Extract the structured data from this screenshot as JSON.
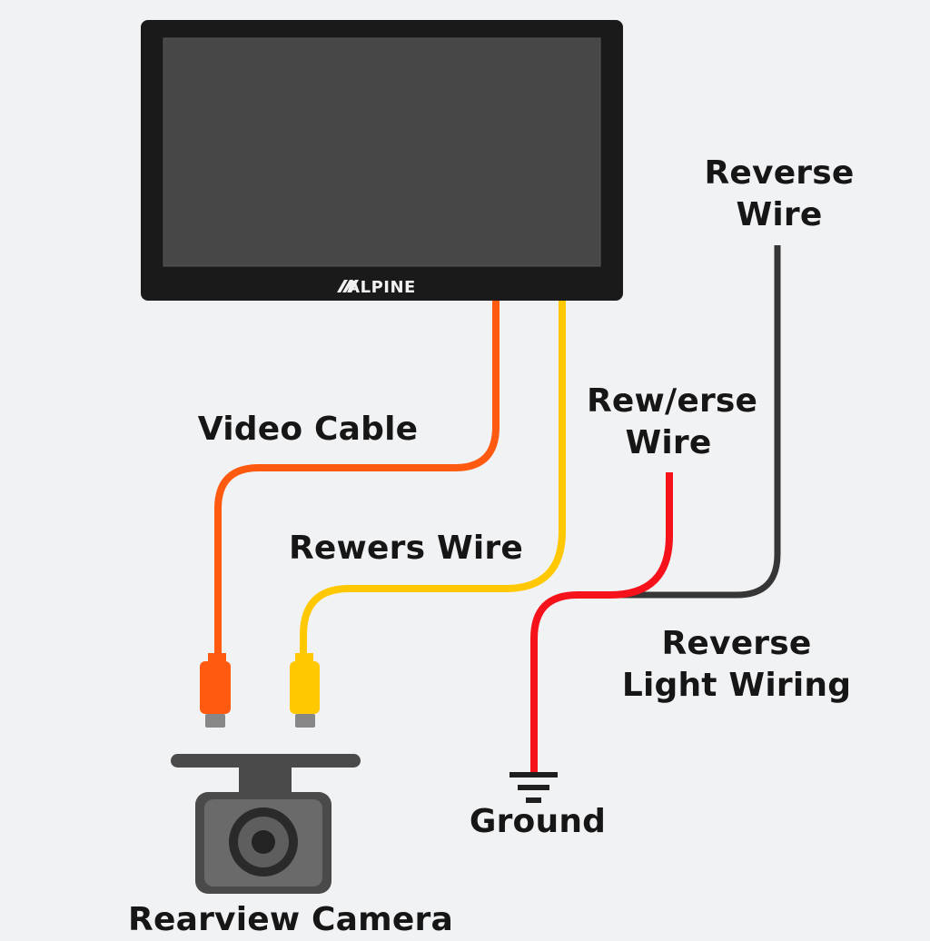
{
  "title": "Rearview camera wiring diagram",
  "colors": {
    "background": "#f1f2f4",
    "head_unit_bezel": "#1a1a1a",
    "head_unit_screen": "#474747",
    "video_cable": "#ff5a0f",
    "camera_reverse_wire": "#ffc800",
    "reverse_power_wire": "#f5121a",
    "reverse_light_wire": "#363636",
    "ground_symbol": "#1f1f1f",
    "connector_tip": "#878787",
    "camera_body": "#4a4a4a",
    "camera_face": "#6a6a6a",
    "label_text": "#161616"
  },
  "head_unit": {
    "brand": "ALPINE"
  },
  "labels": {
    "video_cable": "Video Cable",
    "camera_reverse_wire": "Rewers Wire",
    "reverse_wire_mid": [
      "Rew/erse",
      "Wire"
    ],
    "reverse_wire_top": [
      "Reverse",
      "Wire"
    ],
    "reverse_light_wiring": [
      "Reverse",
      "Light Wiring"
    ],
    "ground": "Ground",
    "rearview_camera": "Rearview Camera"
  }
}
